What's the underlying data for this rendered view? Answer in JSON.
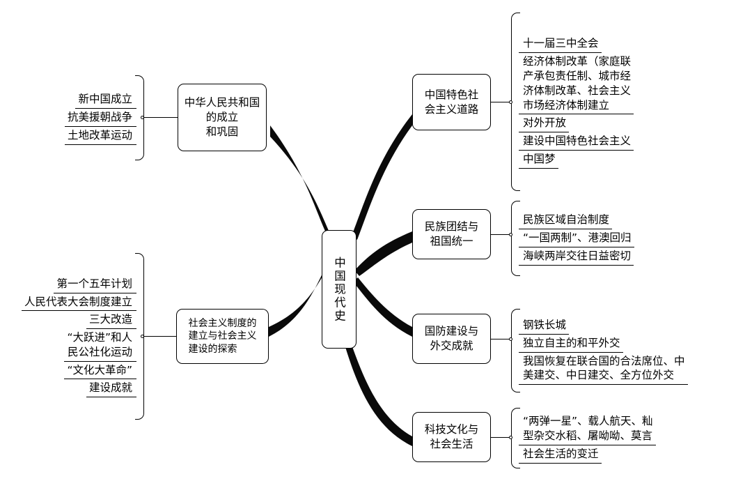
{
  "diagram": {
    "title": "中国现代史",
    "center": {
      "label": "中国现代史"
    },
    "branches": [
      {
        "id": "branch-founding",
        "label": "中华人民共和国的成立\n和巩固",
        "side": "left",
        "leaves": [
          {
            "text": "新中国成立"
          },
          {
            "text": "抗美援朝战争"
          },
          {
            "text": "土地改革运动"
          }
        ]
      },
      {
        "id": "branch-socialist-system",
        "label": "社会主义制度的\n建立与社会主义\n建设的探索",
        "side": "left",
        "leaves": [
          {
            "text": "第一个五年计划"
          },
          {
            "text": "人民代表大会制度建立"
          },
          {
            "text": "三大改造"
          },
          {
            "text": "“大跃进”和人\n民公社化运动"
          },
          {
            "text": "“文化大革命”"
          },
          {
            "text": "建设成就"
          }
        ]
      },
      {
        "id": "branch-socialism-chinese-characteristics",
        "label": "中国特色社\n会主义道路",
        "side": "right",
        "leaves": [
          {
            "text": "十一届三中全会"
          },
          {
            "text": "经济体制改革（家庭联\n产承包责任制、城市经\n济体制改革、社会主义\n市场经济体制建立"
          },
          {
            "text": "对外开放"
          },
          {
            "text": "建设中国特色社会主义"
          },
          {
            "text": "中国梦"
          }
        ]
      },
      {
        "id": "branch-ethnic-unity",
        "label": "民族团结与\n祖国统一",
        "side": "right",
        "leaves": [
          {
            "text": "民族区域自治制度"
          },
          {
            "text": "“一国两制”、港澳回归"
          },
          {
            "text": "海峡两岸交往日益密切"
          }
        ]
      },
      {
        "id": "branch-defense-diplomacy",
        "label": "国防建设与\n外交成就",
        "side": "right",
        "leaves": [
          {
            "text": "钢铁长城"
          },
          {
            "text": "独立自主的和平外交"
          },
          {
            "text": "我国恢复在联合国的合法席位、中\n美建交、中日建交、全方位外交"
          }
        ]
      },
      {
        "id": "branch-science-culture",
        "label": "科技文化与\n社会生活",
        "side": "right",
        "leaves": [
          {
            "text": "“两弹一星”、载人航天、籼\n型杂交水稻、屠呦呦、莫言"
          },
          {
            "text": "社会生活的变迁"
          }
        ]
      }
    ],
    "colors": {
      "stroke": "#000000",
      "background": "#ffffff",
      "connector": "#0a0a0a"
    }
  }
}
